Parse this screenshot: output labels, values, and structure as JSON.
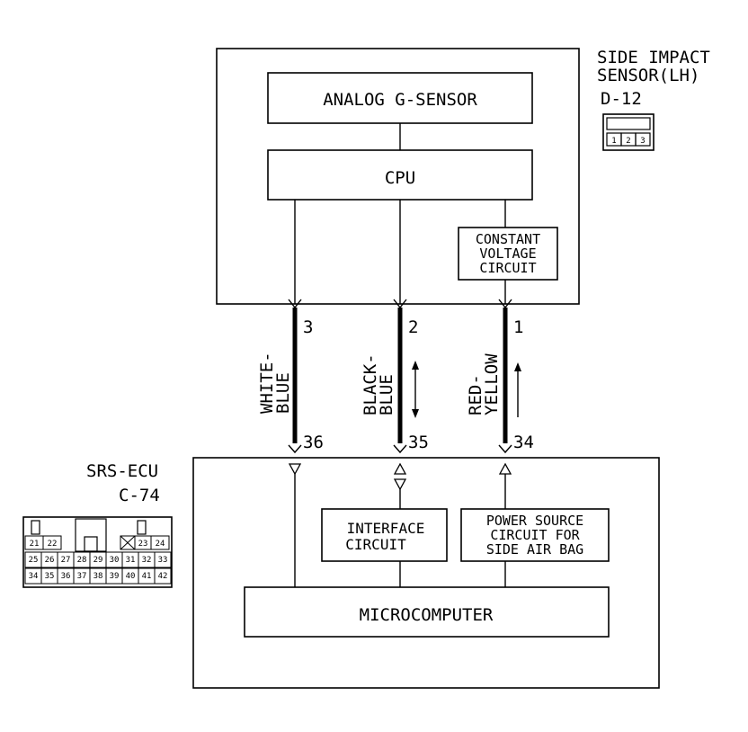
{
  "sensor": {
    "title_line1": "SIDE IMPACT",
    "title_line2": "SENSOR(LH)",
    "connector": "D-12",
    "connector_pins": [
      "1",
      "2",
      "3"
    ],
    "analog": "ANALOG G-SENSOR",
    "cpu": "CPU",
    "cvc_line1": "CONSTANT",
    "cvc_line2": "VOLTAGE",
    "cvc_line3": "CIRCUIT"
  },
  "wires": [
    {
      "color_line1": "WHITE-",
      "color_line2": "BLUE",
      "sensor_pin": "3",
      "ecu_pin": "36"
    },
    {
      "color_line1": "BLACK-",
      "color_line2": "BLUE",
      "sensor_pin": "2",
      "ecu_pin": "35"
    },
    {
      "color_line1": "RED-",
      "color_line2": "YELLOW",
      "sensor_pin": "1",
      "ecu_pin": "34"
    }
  ],
  "ecu": {
    "title": "SRS-ECU",
    "connector": "C-74",
    "interface_line1": "INTERFACE",
    "interface_line2": "CIRCUIT",
    "power_line1": "POWER SOURCE",
    "power_line2": "CIRCUIT FOR",
    "power_line3": "SIDE AIR BAG",
    "micro": "MICROCOMPUTER",
    "connector_row1": [
      "21",
      "22",
      "23",
      "24"
    ],
    "connector_row2": [
      "25",
      "26",
      "27",
      "28",
      "29",
      "30",
      "31",
      "32",
      "33"
    ],
    "connector_row3": [
      "34",
      "35",
      "36",
      "37",
      "38",
      "39",
      "40",
      "41",
      "42"
    ]
  }
}
